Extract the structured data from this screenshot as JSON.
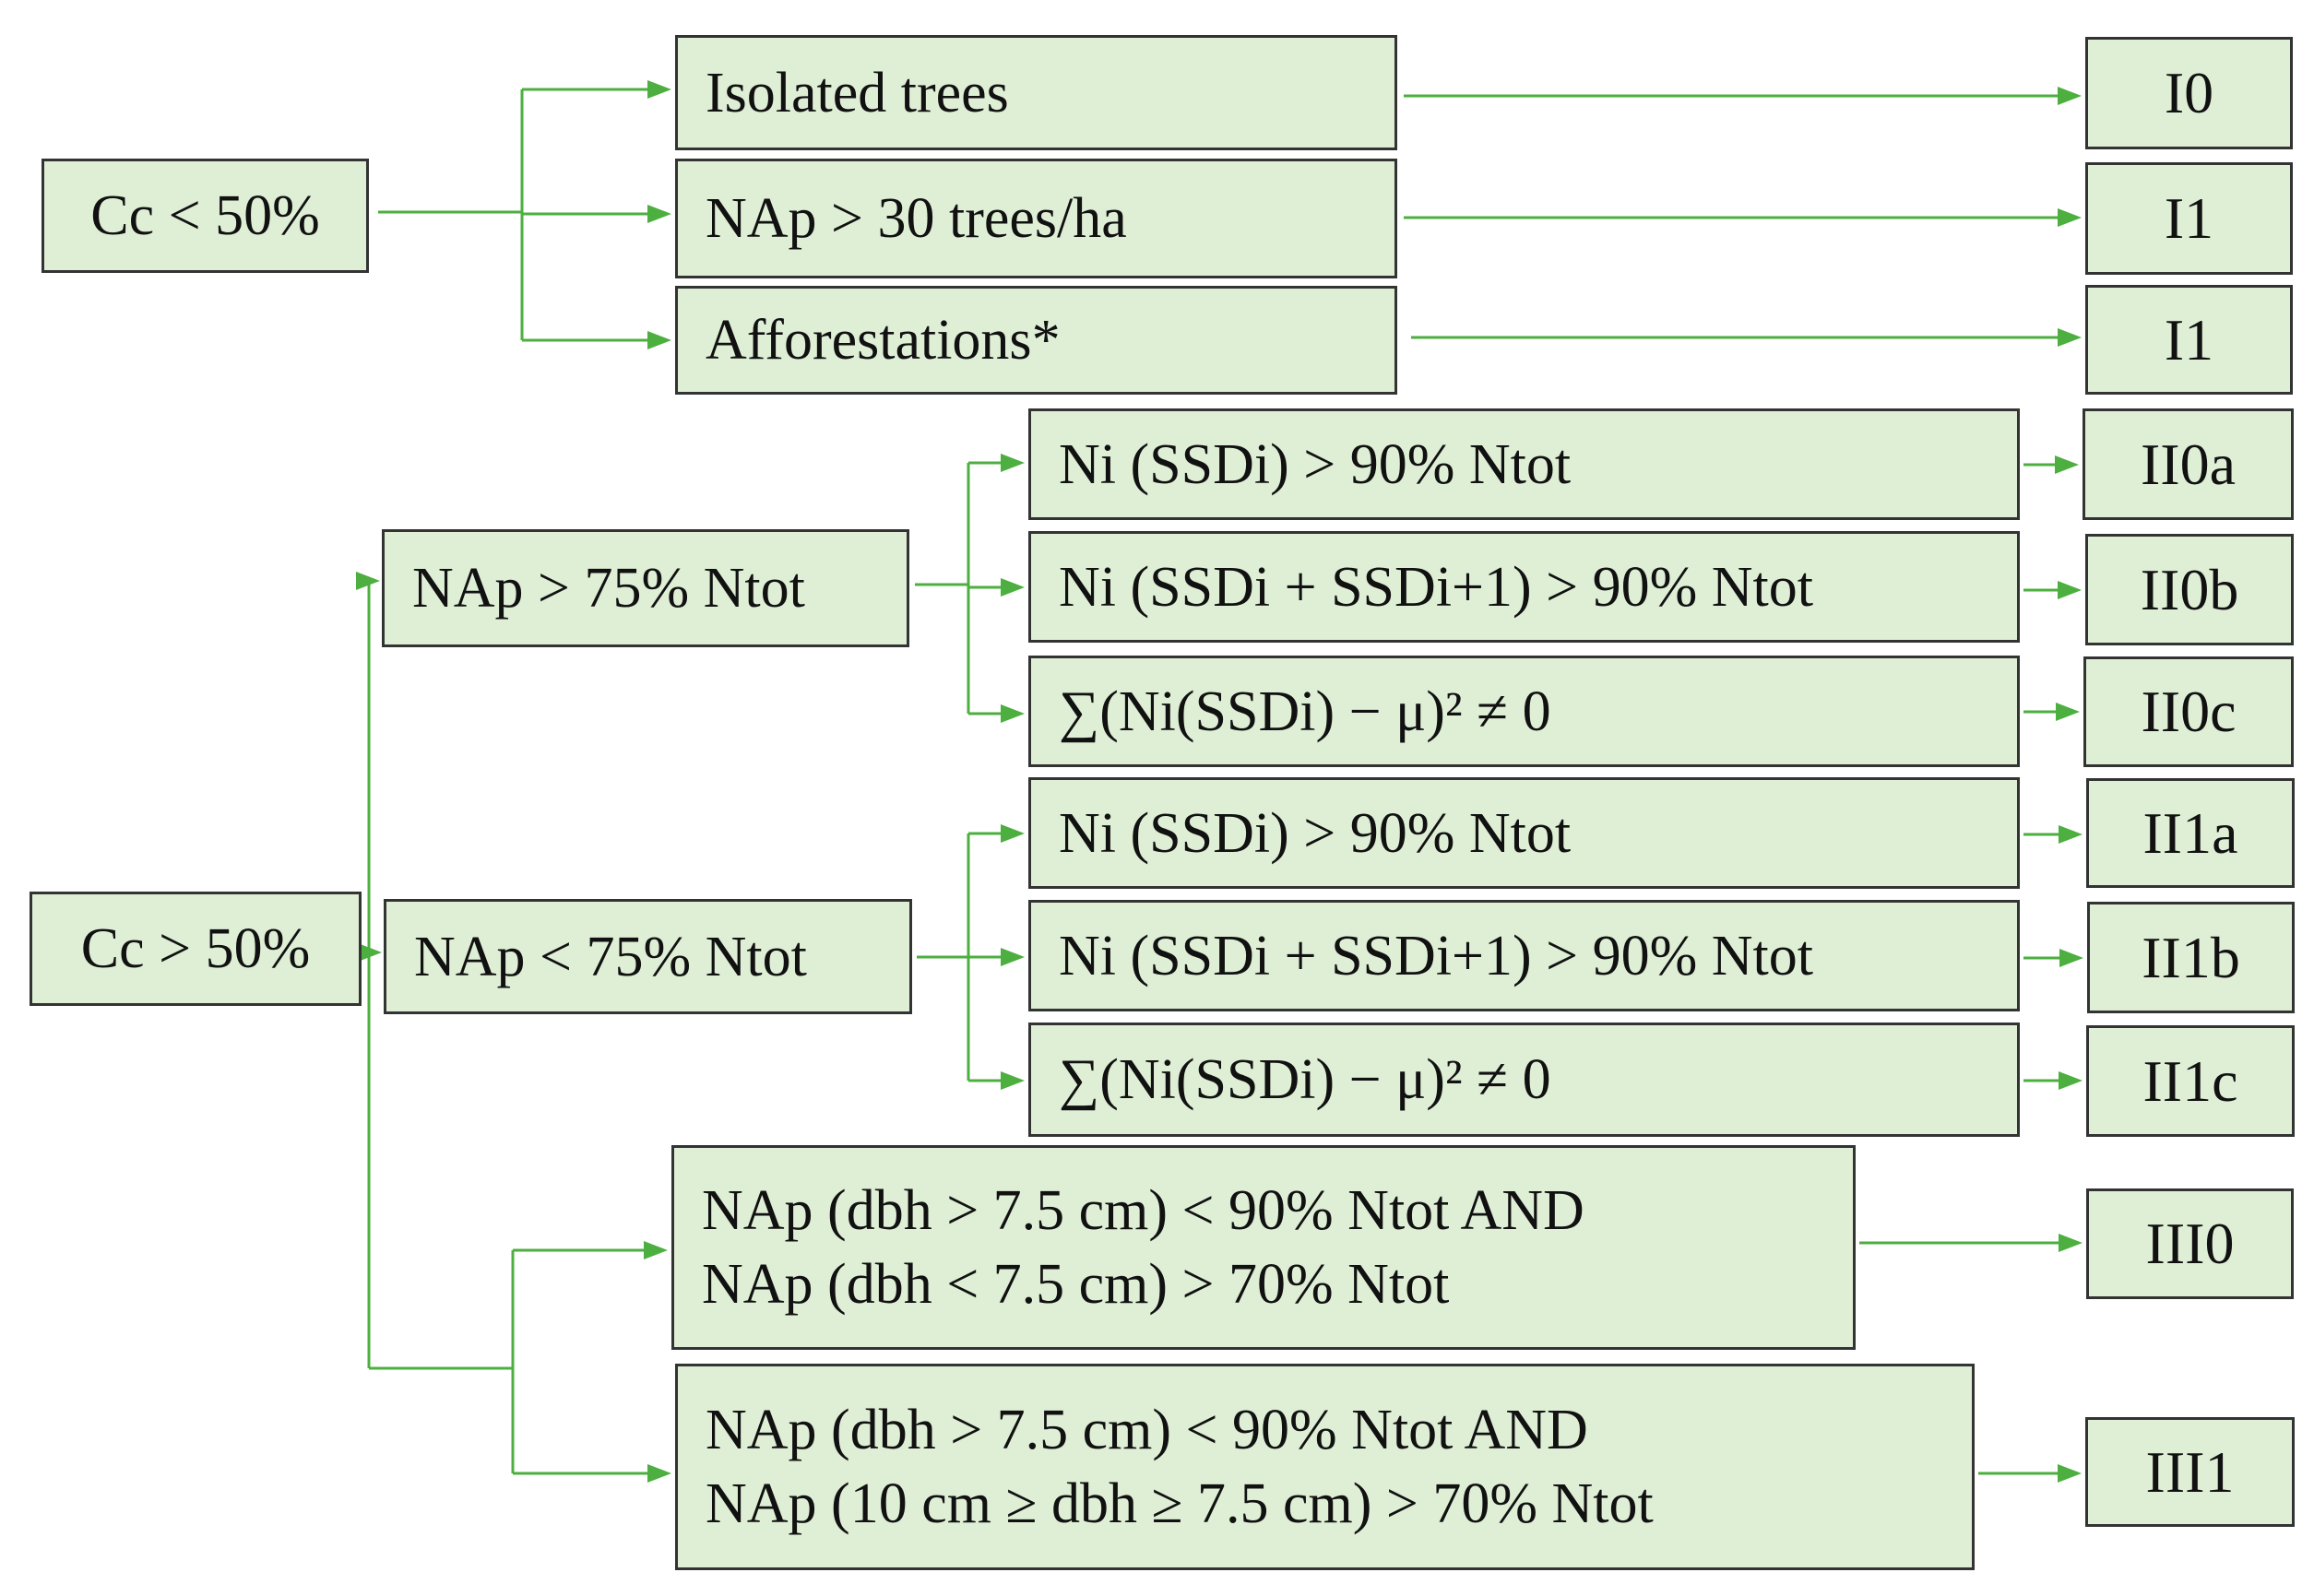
{
  "colors": {
    "box_fill": "#dfefd6",
    "box_border": "#333333",
    "arrow": "#4caf3f",
    "text": "#111111"
  },
  "roots": {
    "cc_lt_50": "Cc < 50%",
    "cc_gt_50": "Cc > 50%"
  },
  "level1": {
    "isolated_trees": "Isolated  trees",
    "nap_gt_30": "NAp  > 30 trees/ha",
    "afforestations": "Afforestations*",
    "nap_gt_75": "NAp  > 75% Ntot",
    "nap_lt_75": "NAp  < 75% Ntot"
  },
  "conditions": {
    "ii0a": "Ni  (SSDi)  > 90% Ntot",
    "ii0b": "Ni  (SSDi + SSDi+1)  > 90% Ntot",
    "ii0c": "∑(Ni(SSDi)  −  μ)²  ≠ 0",
    "ii1a": "Ni  (SSDi)  > 90% Ntot",
    "ii1b": "Ni  (SSDi + SSDi+1)  > 90% Ntot",
    "ii1c": "∑(Ni(SSDi)  −  μ)²  ≠ 0",
    "iii0_line1": "NAp  (dbh > 7.5 cm) < 90% Ntot AND",
    "iii0_line2": "NAp  (dbh < 7.5 cm) > 70% Ntot",
    "iii1_line1": "NAp  (dbh > 7.5 cm) < 90% Ntot AND",
    "iii1_line2": "NAp  (10 cm  ≥ dbh ≥ 7.5 cm) > 70% Ntot"
  },
  "labels": {
    "i0": "I0",
    "i1_a": "I1",
    "i1_b": "I1",
    "ii0a": "II0a",
    "ii0b": "II0b",
    "ii0c": "II0c",
    "ii1a": "II1a",
    "ii1b": "II1b",
    "ii1c": "II1c",
    "iii0": "III0",
    "iii1": "III1"
  }
}
